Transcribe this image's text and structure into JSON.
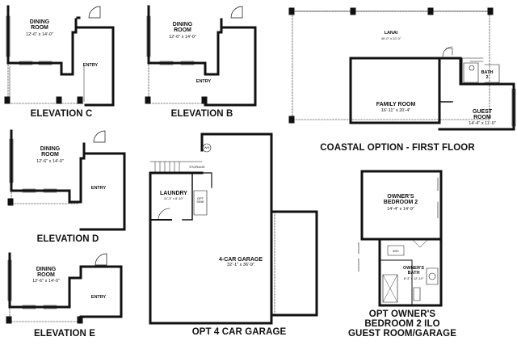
{
  "elevation_c": {
    "room": "DINING\nROOM",
    "room_dim": "12'-6\" x 14'-0\"",
    "entry": "ENTRY",
    "caption": "ELEVATION C"
  },
  "elevation_b": {
    "room": "DINING\nROOM",
    "room_dim": "12'-6\" x 14'-0\"",
    "entry": "ENTRY",
    "caption": "ELEVATION B"
  },
  "elevation_d": {
    "room": "DINING\nROOM",
    "room_dim": "12'-6\" x 14'-0\"",
    "entry": "ENTRY",
    "caption": "ELEVATION D"
  },
  "elevation_e": {
    "room": "DINING\nROOM",
    "room_dim": "12'-6\" x 14'-0\"",
    "entry": "ENTRY",
    "caption": "ELEVATION E"
  },
  "coastal": {
    "lanai": "LANAI",
    "lanai_dim": "40'-0\" x 22'-0\"",
    "family_room": "FAMILY ROOM",
    "family_room_dim": "16'-11\" x 20'-4\"",
    "guest_room": "GUEST\nROOM",
    "guest_room_dim": "14'-4\" x 11'-0\"",
    "bath": "BATH\n2",
    "caption": "COASTAL OPTION - FIRST FLOOR"
  },
  "garage": {
    "storage": "STORAGE",
    "laundry": "LAUNDRY",
    "laundry_dim": "11'-3\" x 8'-10\"",
    "garage": "4-CAR GARAGE",
    "garage_dim": "32'-1\" x 36'-9\"",
    "wh": "WH",
    "opt": "OPT\nSINK",
    "caption": "OPT 4 CAR GARAGE"
  },
  "owner": {
    "bedroom": "OWNER'S\nBEDROOM 2",
    "bedroom_dim": "14'-4\" x 14'-9\"",
    "bath": "OWNER'S\nBATH",
    "bath_dim": "8'-3\" x 12'-10\"",
    "wic": "WIC",
    "caption": "OPT OWNER'S\nBEDROOM 2 ILO\nGUEST ROOM/GARAGE"
  }
}
